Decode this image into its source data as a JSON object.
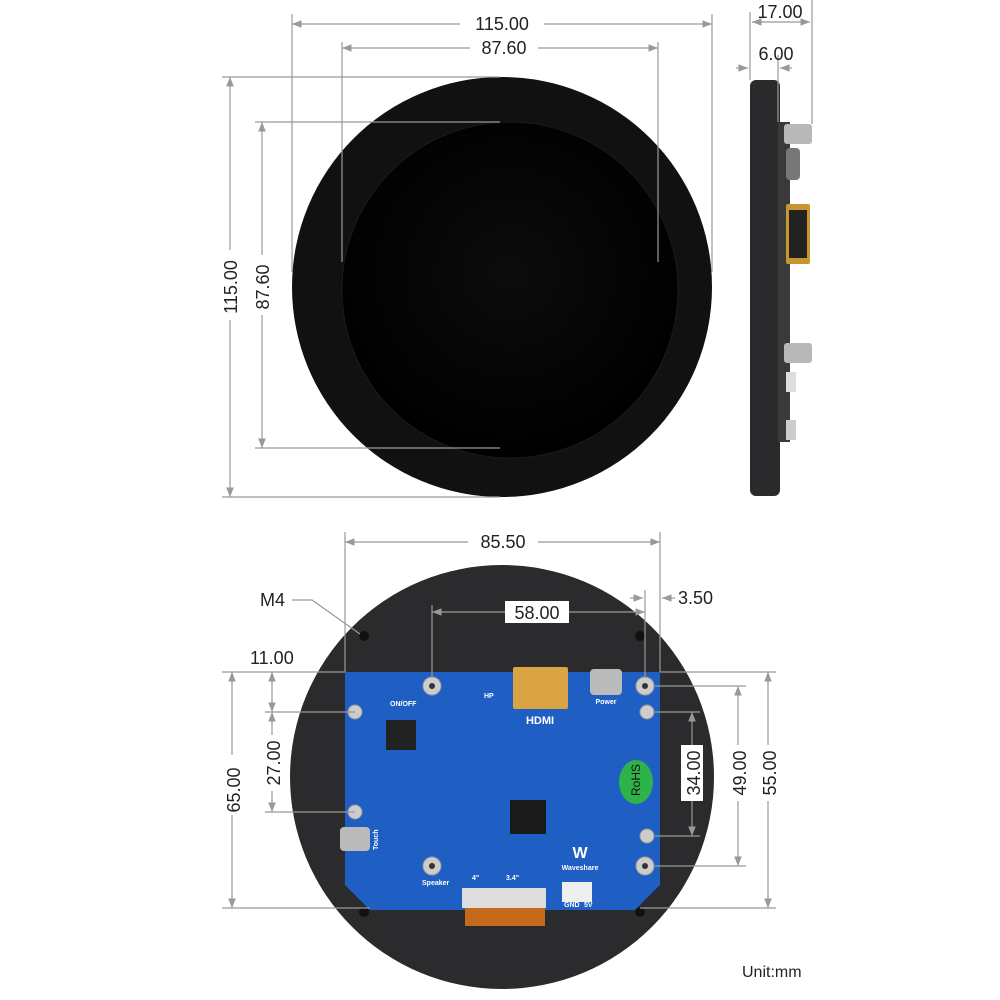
{
  "front_view": {
    "width_outer": "115.00",
    "width_active": "87.60",
    "height_outer": "115.00",
    "height_active": "87.60"
  },
  "side_view": {
    "depth_total": "17.00",
    "depth_bezel": "6.00"
  },
  "back_view": {
    "hole_label": "M4",
    "board_width": "85.50",
    "hole_spacing_x": "58.00",
    "hole_offset": "3.50",
    "offset_top": "11.00",
    "board_height": "65.00",
    "hole_spacing_left": "27.00",
    "hole_spacing_right_inner": "34.00",
    "hole_spacing_right_mid": "49.00",
    "hole_spacing_right_outer": "55.00"
  },
  "board_labels": {
    "onoff": "ON/OFF",
    "hp": "HP",
    "hdmi": "HDMI",
    "power": "Power",
    "rohs": "RoHS",
    "touch": "Touch",
    "speaker": "Speaker",
    "size_4": "4\"",
    "size_34": "3.4\"",
    "brand": "Waveshare",
    "gnd": "GND",
    "v5": "5V"
  },
  "unit": "Unit:mm",
  "colors": {
    "pcb": "#1f5fc4",
    "bezel": "#1a1a1a",
    "rohs": "#2db34a",
    "hdmi_gold": "#d9a441"
  }
}
